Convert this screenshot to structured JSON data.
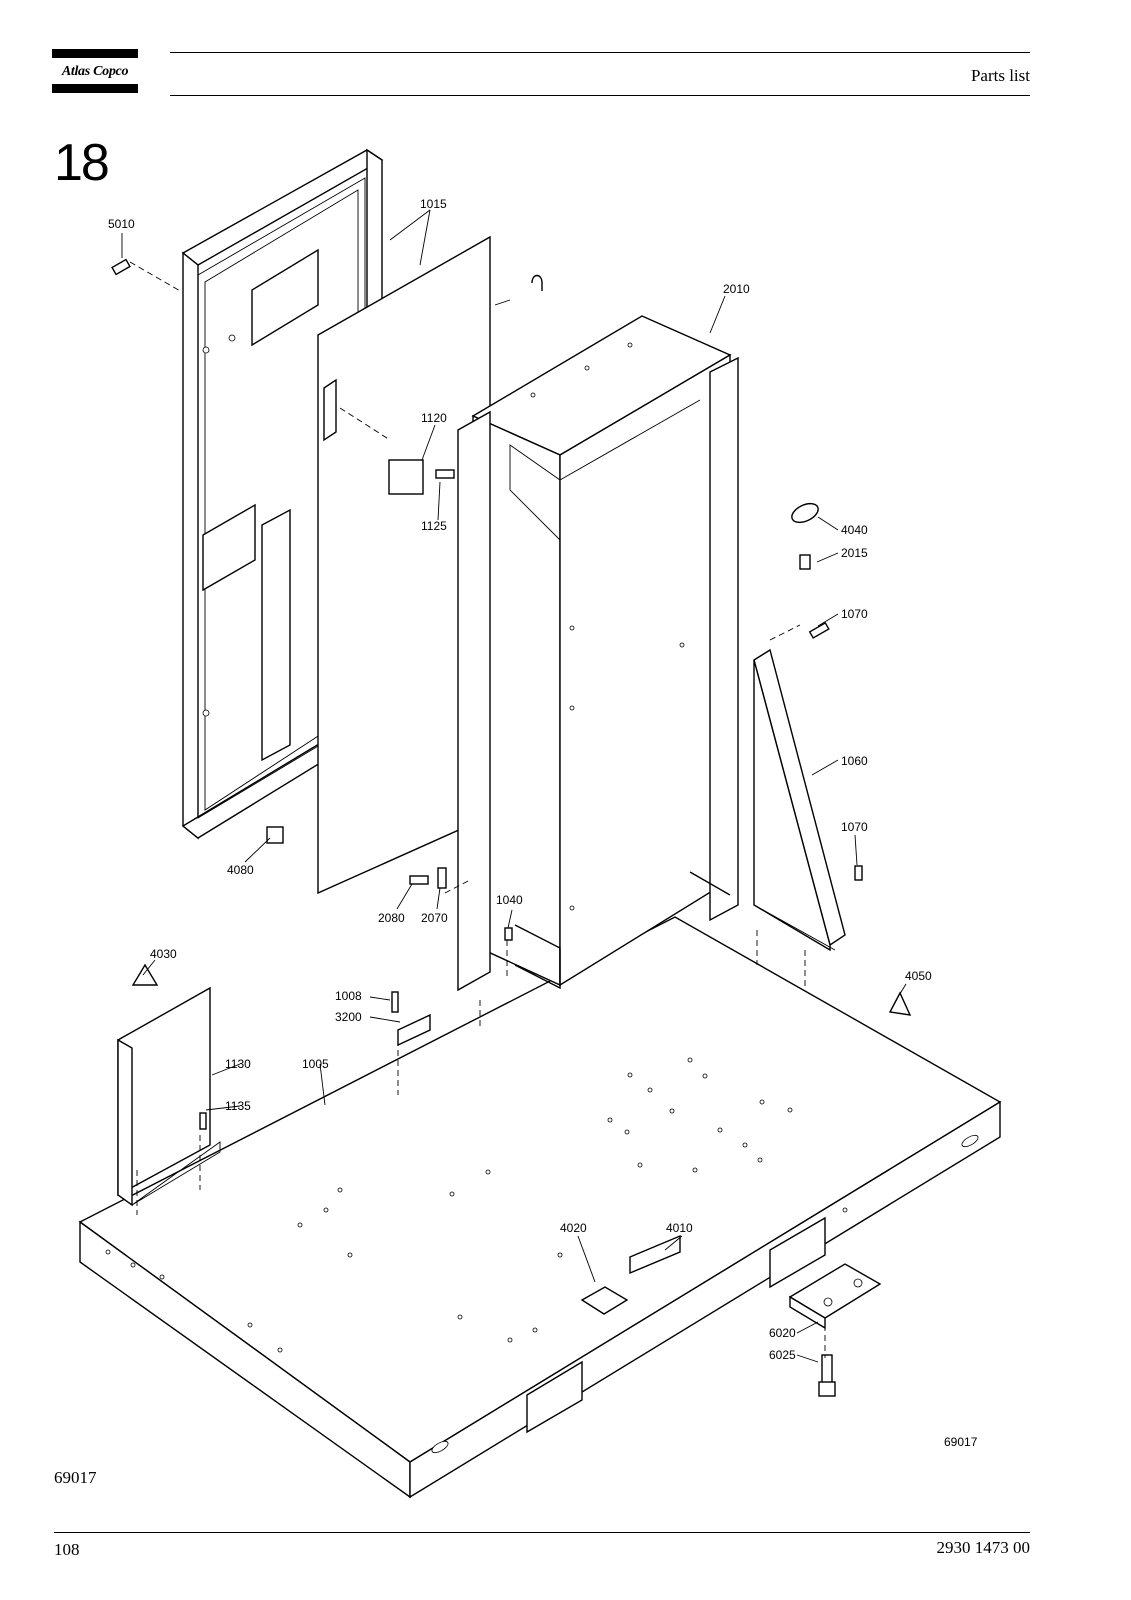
{
  "header": {
    "logo_text": "Atlas Copco",
    "section_title": "Parts list"
  },
  "chapter_number": "18",
  "callouts": [
    {
      "id": "5010"
    },
    {
      "id": "1015"
    },
    {
      "id": "2010"
    },
    {
      "id": "1120"
    },
    {
      "id": "1125"
    },
    {
      "id": "4040"
    },
    {
      "id": "2015"
    },
    {
      "id": "1070"
    },
    {
      "id": "1060"
    },
    {
      "id": "1070"
    },
    {
      "id": "4080"
    },
    {
      "id": "2080"
    },
    {
      "id": "2070"
    },
    {
      "id": "1040"
    },
    {
      "id": "4030"
    },
    {
      "id": "4050"
    },
    {
      "id": "1008"
    },
    {
      "id": "3200"
    },
    {
      "id": "1130"
    },
    {
      "id": "1005"
    },
    {
      "id": "1135"
    },
    {
      "id": "4020"
    },
    {
      "id": "4010"
    },
    {
      "id": "6020"
    },
    {
      "id": "6025"
    }
  ],
  "figure": {
    "drawing_code": "69017",
    "caption_number": "69017"
  },
  "footer": {
    "page_number": "108",
    "document_number": "2930 1473 00"
  }
}
